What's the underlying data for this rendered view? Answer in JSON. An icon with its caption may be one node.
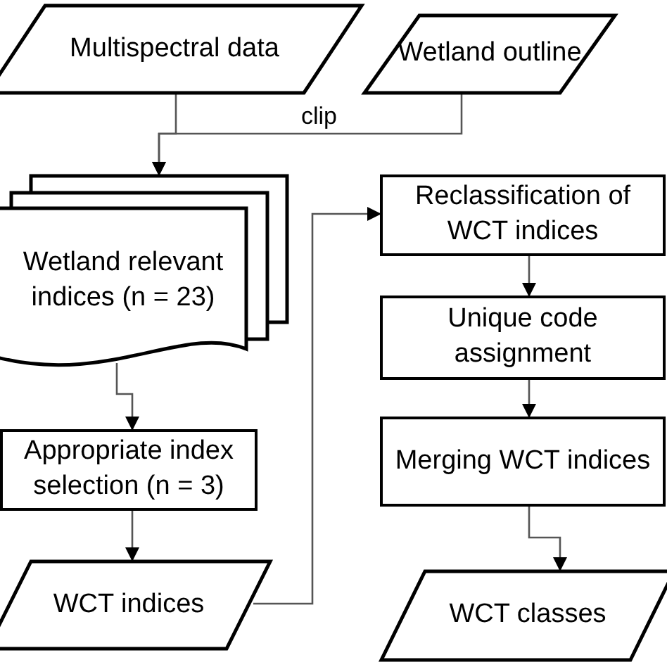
{
  "diagram": {
    "nodes": [
      {
        "text": [
          "Multispectral data"
        ]
      },
      {
        "text": [
          "Wetland outline"
        ]
      },
      {
        "text": [
          "Wetland relevant indices (n = 23)"
        ]
      },
      {
        "text": [
          "Appropriate index selection (n = 3)"
        ]
      },
      {
        "text": [
          "WCT indices"
        ]
      },
      {
        "text": [
          "Reclassification of WCT indices"
        ]
      },
      {
        "text": [
          "Unique code assignment"
        ]
      },
      {
        "text": [
          "Merging WCT indices"
        ]
      },
      {
        "text": [
          "WCT classes"
        ]
      }
    ],
    "edges": [
      {
        "from": 0,
        "to": 2,
        "arrow": "to"
      },
      {
        "from": 1,
        "to": 2,
        "arrow": "to",
        "label": "clip"
      },
      {
        "from": 2,
        "to": 3,
        "arrow": "to"
      },
      {
        "from": 3,
        "to": 4,
        "arrow": "to"
      },
      {
        "from": 4,
        "to": 5,
        "arrow": "to"
      },
      {
        "from": 5,
        "to": 6,
        "arrow": "to"
      },
      {
        "from": 6,
        "to": 7,
        "arrow": "to"
      },
      {
        "from": 7,
        "to": 8,
        "arrow": "to"
      }
    ]
  }
}
